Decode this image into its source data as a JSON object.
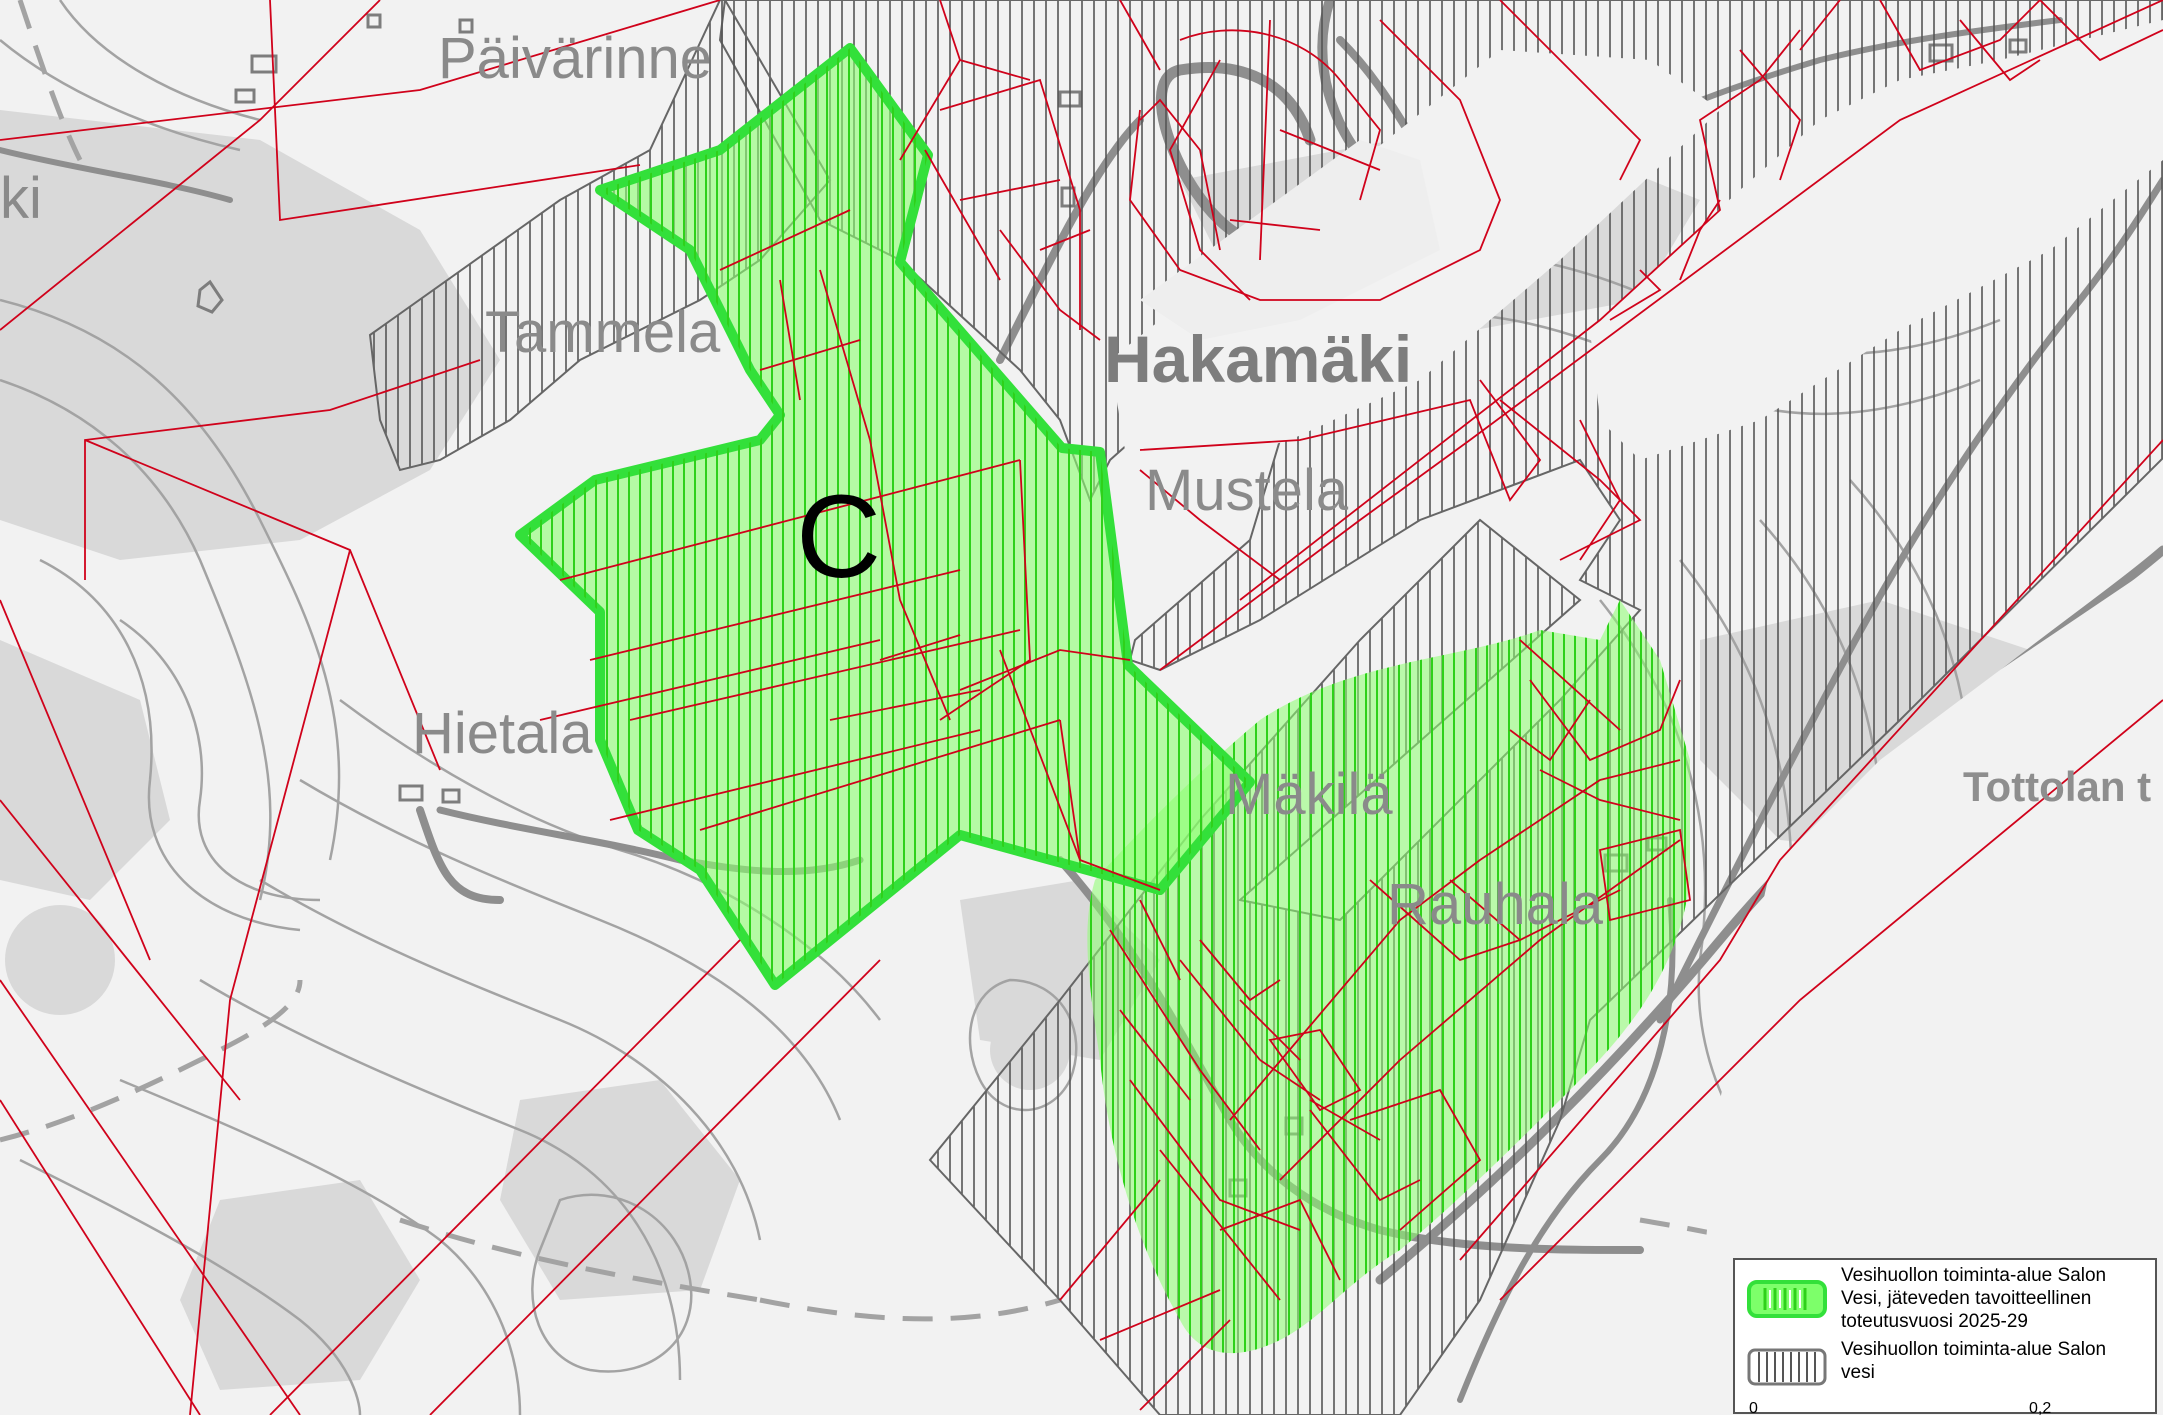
{
  "map": {
    "area_label": "C",
    "places": [
      {
        "id": "paivarinne",
        "text": "Päivärinne"
      },
      {
        "id": "tammela",
        "text": "Tammela"
      },
      {
        "id": "hakamaki",
        "text": "Hakamäki"
      },
      {
        "id": "mustela",
        "text": "Mustela"
      },
      {
        "id": "hietala",
        "text": "Hietala"
      },
      {
        "id": "makila",
        "text": "Mäkilä"
      },
      {
        "id": "rauhala",
        "text": "Rauhala"
      },
      {
        "id": "tottola",
        "text": "Tottolan t"
      },
      {
        "id": "edge_ki",
        "text": "ki"
      }
    ],
    "colors": {
      "background": "#f2f2f2",
      "terrain": "#d6d6d6",
      "contour": "#a0a0a0",
      "road": "#8c8c8c",
      "parcel": "#d0021b",
      "service_area_hatch": "#555555",
      "target_area_fill": "#7dff6a",
      "target_area_hatch": "#2ed11a",
      "target_area_border": "#33e03a"
    }
  },
  "legend": {
    "items": [
      {
        "id": "target",
        "lines": [
          "Vesihuollon toiminta-alue Salon",
          "Vesi, jäteveden tavoitteellinen",
          "toteutusvuosi 2025-29"
        ]
      },
      {
        "id": "service",
        "lines": [
          "Vesihuollon toiminta-alue Salon",
          "vesi"
        ]
      }
    ],
    "scale": {
      "start": "0",
      "end": "0,2"
    }
  }
}
